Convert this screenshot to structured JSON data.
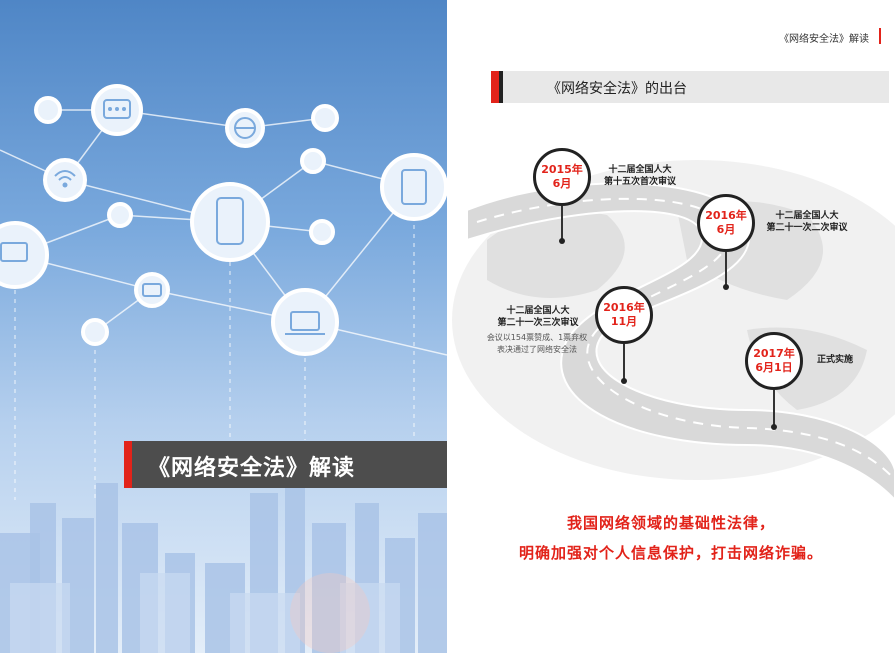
{
  "left": {
    "title": "《网络安全法》解读",
    "icons": [
      "message-icon",
      "globe-icon",
      "heart-icon",
      "share-icon",
      "wifi-icon",
      "gear-icon",
      "smartphone-icon",
      "tablet-icon",
      "user-icon",
      "battery-icon",
      "monitor-icon",
      "card-icon",
      "laptop-icon"
    ]
  },
  "right": {
    "running_head": "《网络安全法》解读",
    "section_title": "《网络安全法》的出台",
    "milestones": [
      {
        "date_line1": "2015年",
        "date_line2": "6月",
        "label_line1": "十二届全国人大",
        "label_line2": "第十五次首次审议"
      },
      {
        "date_line1": "2016年",
        "date_line2": "6月",
        "label_line1": "十二届全国人大",
        "label_line2": "第二十一次二次审议"
      },
      {
        "date_line1": "2016年",
        "date_line2": "11月",
        "label_line1": "十二届全国人大",
        "label_line2": "第二十一次三次审议",
        "note_line1": "会议以154票赞成、1票弃权",
        "note_line2": "表决通过了网络安全法"
      },
      {
        "date_line1": "2017年",
        "date_line2": "6月1日",
        "label_line1": "正式实施"
      }
    ],
    "slogan_line1": "我国网络领域的基础性法律，",
    "slogan_line2": "明确加强对个人信息保护，打击网络诈骗。"
  },
  "colors": {
    "accent": "#e2231a",
    "dark_bar": "#4d4d4d",
    "sky": "#6a9ed8"
  }
}
